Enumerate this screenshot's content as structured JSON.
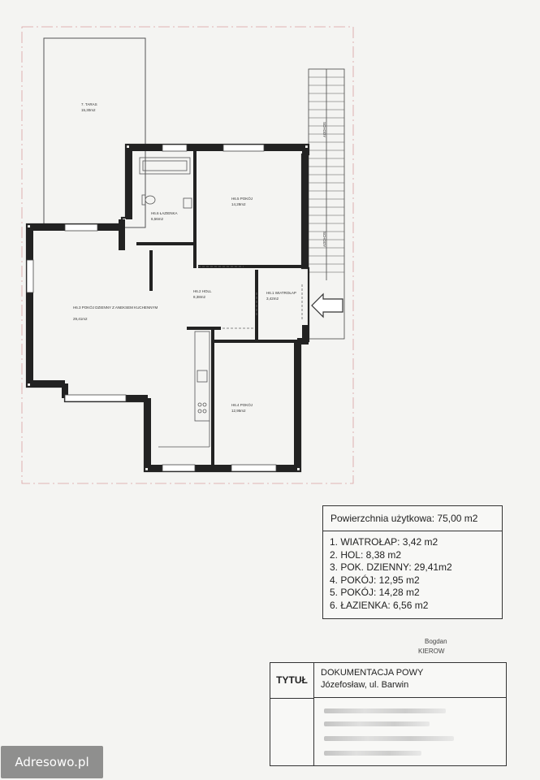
{
  "plan": {
    "terrace": {
      "label": "7. TARAS",
      "area": "15,30m2"
    },
    "bathroom": {
      "label": "H6.6 ŁAZIENKA",
      "area": "6,56m2"
    },
    "room5": {
      "label": "H6.5 POKÓJ",
      "area": "14,28m2"
    },
    "living": {
      "label": "H6.3 POKÓJ DZIENNY Z ANEKSEM KUCHENNYM",
      "area": "29,41m2"
    },
    "hall": {
      "label": "H6.2 HOLL",
      "area": "8,38m2"
    },
    "vestibule": {
      "label": "H6.1 WIATROŁAP",
      "area": "3,42m2"
    },
    "room4": {
      "label": "H6.4 POKÓJ",
      "area": "12,95m2"
    },
    "stairs_up": "SCHODY",
    "stairs_down": "SCHODY"
  },
  "areas": {
    "title": "Powierzchnia użytkowa: 75,00 m2",
    "items": [
      "1. WIATROŁAP: 3,42 m2",
      "2. HOL: 8,38 m2",
      "3. POK. DZIENNY: 29,41m2",
      "4. POKÓJ: 12,95 m2",
      "5. POKÓJ: 14,28 m2",
      "6. ŁAZIENKA: 6,56 m2"
    ]
  },
  "signature": {
    "name": "Bogdan",
    "role": "KIEROW"
  },
  "title_block": {
    "label": "TYTUŁ",
    "doc": "DOKUMENTACJA POWY",
    "address": "Józefosław, ul. Barwin"
  },
  "watermark": "Adresowo.pl"
}
